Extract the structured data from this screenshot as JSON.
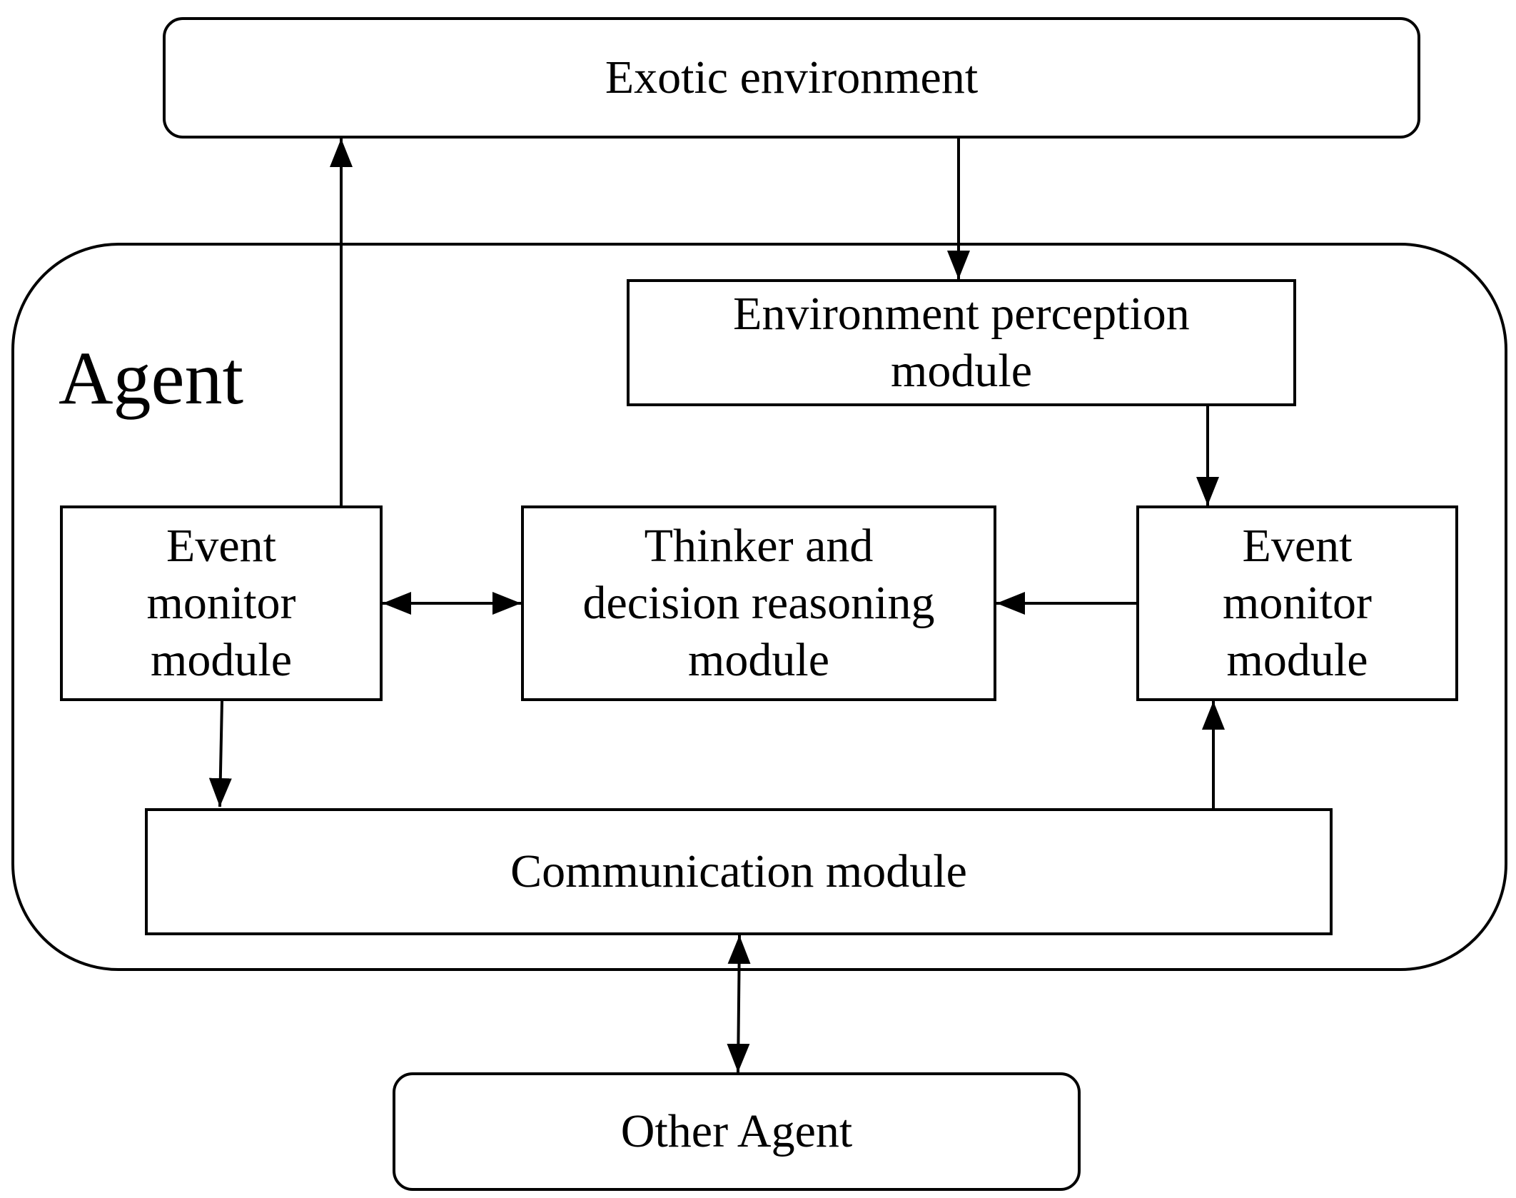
{
  "diagram": {
    "exotic_environment": "Exotic environment",
    "agent_label": "Agent",
    "environment_perception": [
      "Environment perception",
      "module"
    ],
    "event_monitor_left": [
      "Event",
      "monitor",
      "module"
    ],
    "thinker": [
      "Thinker and",
      "decision reasoning",
      "module"
    ],
    "event_monitor_right": [
      "Event",
      "monitor",
      "module"
    ],
    "communication": "Communication module",
    "other_agent": "Other Agent"
  },
  "colors": {
    "stroke": "#000000",
    "background": "#ffffff"
  }
}
